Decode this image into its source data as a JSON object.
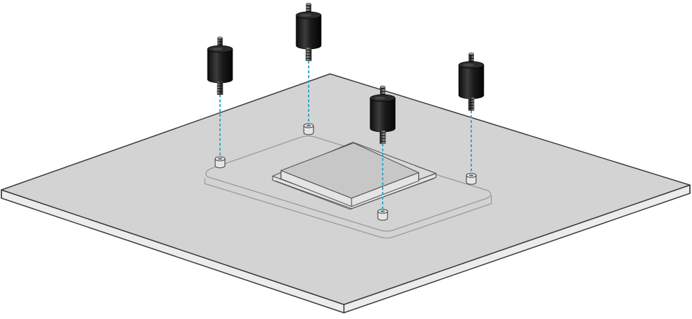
{
  "colors": {
    "board_top": "#d3d3d3",
    "board_side": "#ececec",
    "outline": "#3a3a3a",
    "backplate_edge": "#9a9a9a",
    "chip_top": "#c7c7c7",
    "chip_side": "#e4e4e4",
    "standoff_body": "#141414",
    "standoff_highlight": "#5a5a5a",
    "guide_line": "#36a9c9",
    "threads": "#333333"
  },
  "diagram": {
    "components": [
      "motherboard",
      "backplate",
      "cpu-socket",
      "standoff",
      "mounting-hole",
      "alignment-guide"
    ],
    "standoff_count": 4,
    "mounting_hole_count": 4
  }
}
